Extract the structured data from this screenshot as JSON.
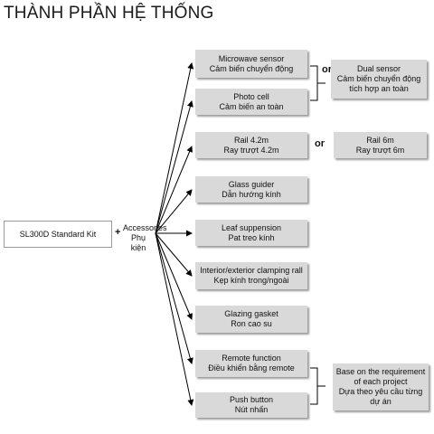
{
  "title": "THÀNH PHẦN HỆ THỐNG",
  "kit": "SL300D Standard Kit",
  "plus": "+",
  "accessories": {
    "en": "Accessories",
    "vi": "Phụ kiện"
  },
  "or": "or",
  "items": [
    {
      "en": "Microwave sensor",
      "vi": "Cảm biến chuyển động"
    },
    {
      "en": "Photo cell",
      "vi": "Cảm biến an toàn"
    },
    {
      "en": "Rail 4.2m",
      "vi": "Ray trượt 4.2m"
    },
    {
      "en": "Glass guider",
      "vi": "Dẫn hướng kính"
    },
    {
      "en": "Leaf suppension",
      "vi": "Pat treo kính"
    },
    {
      "en": "Interior/exterior clamping rall",
      "vi": "Kẹp kính trong/ngoài"
    },
    {
      "en": "Glazing gasket",
      "vi": "Ron cao su"
    },
    {
      "en": "Remote function",
      "vi": "Điều khiển bằng remote"
    },
    {
      "en": "Push button",
      "vi": "Nút nhấn"
    }
  ],
  "alternatives": {
    "dual_sensor": {
      "en": "Dual sensor",
      "vi": "Cảm biến chuyển động tích hợp an toàn"
    },
    "rail_6m": {
      "en": "Rail 6m",
      "vi": "Ray trượt 6m"
    },
    "project": {
      "en": "Base on the requirement of each project",
      "vi": "Dựa theo yêu cầu từng dự án"
    }
  }
}
